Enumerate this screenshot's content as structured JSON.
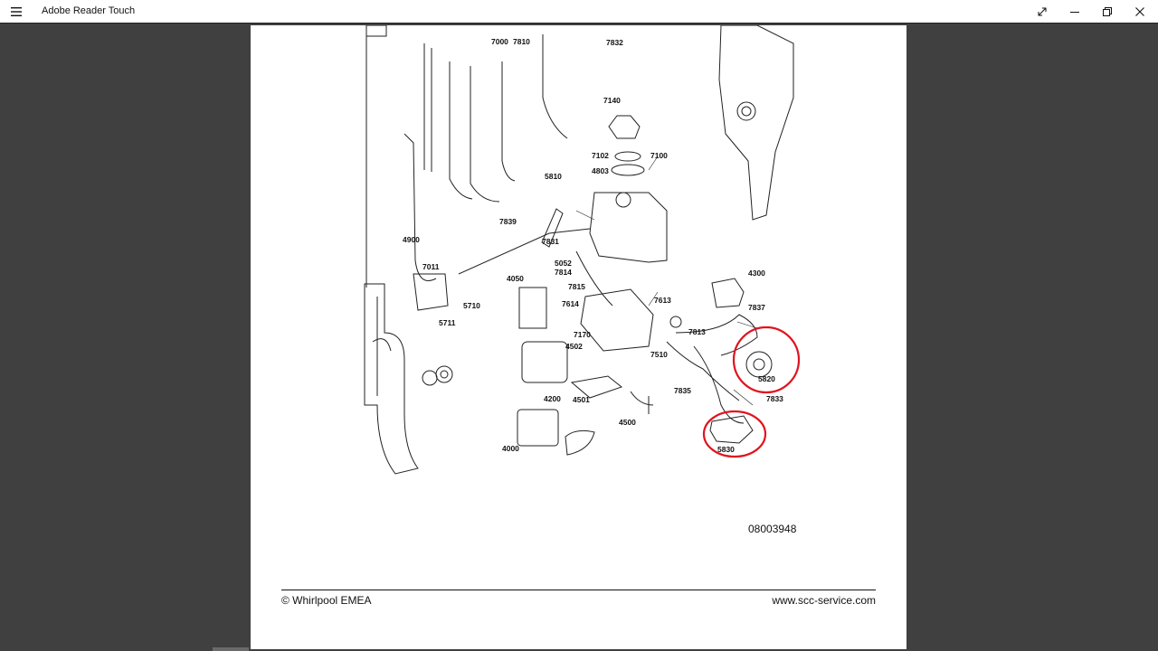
{
  "window": {
    "title": "Adobe Reader Touch",
    "icons": [
      "hamburger-icon",
      "fullscreen-icon",
      "minimize-icon",
      "restore-icon",
      "close-icon"
    ]
  },
  "document": {
    "part_labels": [
      "7000",
      "7810",
      "7832",
      "7140",
      "7102",
      "7100",
      "4803",
      "5810",
      "7839",
      "4900",
      "7831",
      "5052",
      "7814",
      "4050",
      "7815",
      "7011",
      "5710",
      "5711",
      "7614",
      "7613",
      "4300",
      "7837",
      "7813",
      "7170",
      "4502",
      "7510",
      "5820",
      "7833",
      "7835",
      "4200",
      "4501",
      "4500",
      "4000",
      "5830"
    ],
    "drawing_number": "08003948",
    "copyright": "© Whirlpool EMEA",
    "website": "www.scc-service.com"
  },
  "annotations": {
    "highlight_color": "#e0141e"
  }
}
